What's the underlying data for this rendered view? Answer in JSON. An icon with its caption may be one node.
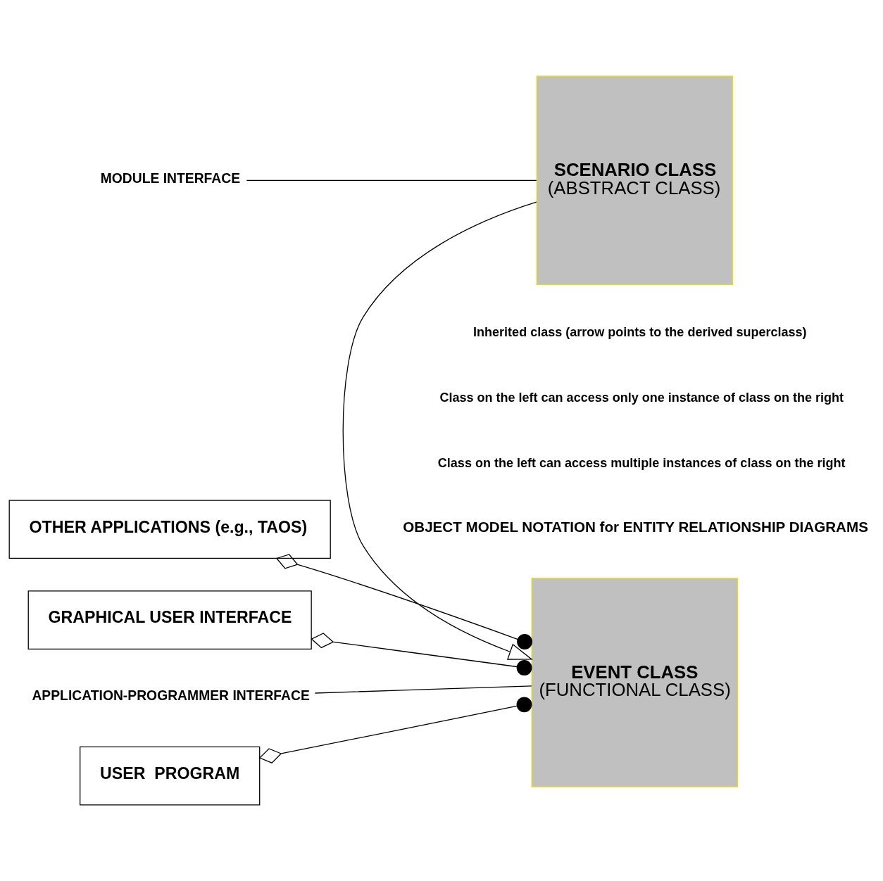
{
  "diagram": {
    "nodes": [
      {
        "text": [
          "USER  PROGRAM"
        ]
      },
      {
        "text": [
          "GRAPHICAL USER INTERFACE"
        ]
      },
      {
        "text": [
          "OTHER APPLICATIONS (e.g., TAOS)"
        ]
      },
      {
        "text": [
          "EVENT CLASS",
          "(FUNCTIONAL CLASS)"
        ]
      },
      {
        "text": [
          "APPLICATION-PROGRAMMER INTERFACE"
        ]
      },
      {
        "text": [
          "SCENARIO CLASS",
          "(ABSTRACT CLASS)"
        ]
      },
      {
        "text": [
          "MODULE INTERFACE"
        ]
      }
    ],
    "edges": [
      {
        "from": 0,
        "to": 3,
        "arrow": "other"
      },
      {
        "from": 1,
        "to": 3,
        "arrow": "other"
      },
      {
        "from": 2,
        "to": 3,
        "arrow": "other"
      },
      {
        "from": 4,
        "to": 3,
        "arrow": "none"
      },
      {
        "from": 5,
        "to": 3,
        "arrow": "to"
      },
      {
        "from": 6,
        "to": 5,
        "arrow": "none"
      }
    ],
    "labels": [
      "OBJECT MODEL NOTATION for ENTITY RELATIONSHIP DIAGRAMS"
    ],
    "legend": [
      {
        "text": "Inherited class (arrow points to the derived superclass)"
      },
      {
        "text": "Class on the left can access only one instance of class on the right"
      },
      {
        "text": "Class on the left can access multiple instances of class on the right"
      }
    ]
  }
}
